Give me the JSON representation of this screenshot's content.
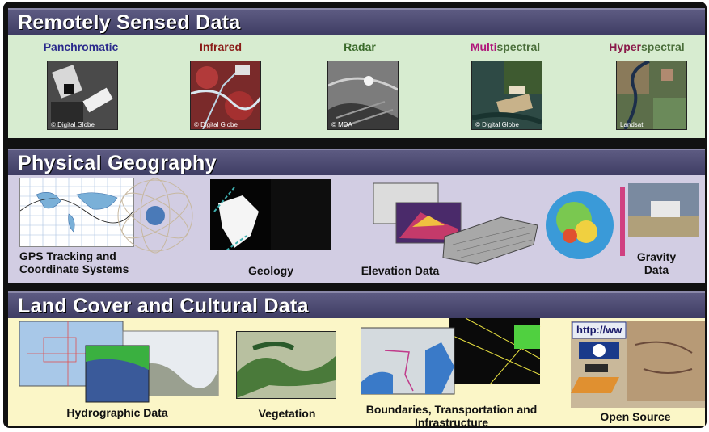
{
  "remote": {
    "title": "Remotely Sensed Data",
    "items": [
      {
        "parts": [
          "Panchromatic",
          ""
        ],
        "colors": [
          "#2b2a8c",
          "#2b2a8c"
        ],
        "credit": "© Digital Globe"
      },
      {
        "parts": [
          "Infrared",
          ""
        ],
        "colors": [
          "#8a1b17",
          "#8a1b17"
        ],
        "credit": "© Digital Globe"
      },
      {
        "parts": [
          "Radar",
          ""
        ],
        "colors": [
          "#3a6a2a",
          "#3a6a2a"
        ],
        "credit": "© MDA"
      },
      {
        "parts": [
          "Multi",
          "spectral"
        ],
        "colors": [
          "#b0157a",
          "#4a6e3a"
        ],
        "credit": "© Digital Globe"
      },
      {
        "parts": [
          "Hyper",
          "spectral"
        ],
        "colors": [
          "#8a1a4a",
          "#4a6e3a"
        ],
        "credit": "Landsat"
      }
    ]
  },
  "physical": {
    "title": "Physical Geography",
    "labels": {
      "gps": "GPS Tracking and Coordinate Systems",
      "geology": "Geology",
      "elevation": "Elevation Data",
      "gravity": "Gravity Data"
    }
  },
  "land": {
    "title": "Land Cover and Cultural Data",
    "labels": {
      "hydro": "Hydrographic Data",
      "veg": "Vegetation",
      "boundaries": "Boundaries, Transportation and Infrastructure",
      "open": "Open Source"
    },
    "url_text": "http://ww"
  }
}
